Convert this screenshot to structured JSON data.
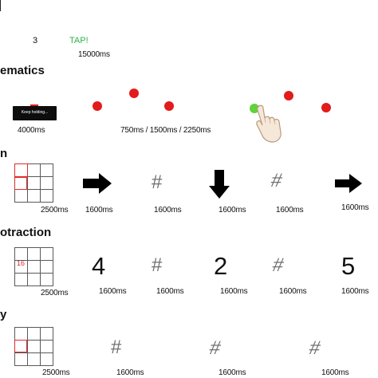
{
  "top": {
    "number": "3",
    "tap_label": "TAP!",
    "time": "15000ms"
  },
  "sections": {
    "schematics": "ematics",
    "direction": "n",
    "subtraction": "otraction",
    "memory": "y"
  },
  "schematics": {
    "hold_text": "Keep holding...",
    "hold_time": "4000ms",
    "dots_time": "750ms / 1500ms / 2250ms"
  },
  "direction_row": {
    "grid_time": "2500ms",
    "t1": "1600ms",
    "t2": "1600ms",
    "t3": "1600ms",
    "t4": "1600ms",
    "t5": "1600ms",
    "hash": "#",
    "hash2": "#"
  },
  "subtraction_row": {
    "grid_number": "16",
    "grid_time": "2500ms",
    "d1": "4",
    "d2": "2",
    "d3": "5",
    "hash": "#",
    "hash2": "#",
    "t1": "1600ms",
    "t2": "1600ms",
    "t3": "1600ms",
    "t4": "1600ms",
    "t5": "1600ms"
  },
  "memory_row": {
    "grid_time": "2500ms",
    "hash": "#",
    "hash2": "#",
    "hash3": "#",
    "t1": "1600ms",
    "t2": "1600ms",
    "t3": "1600ms"
  },
  "colors": {
    "red": "#e21b1b",
    "green": "#5fd33c",
    "tap": "#2db34a",
    "gray": "#707070"
  },
  "icons": [
    "arrow-right-icon",
    "arrow-down-icon",
    "hand-tap-icon"
  ]
}
